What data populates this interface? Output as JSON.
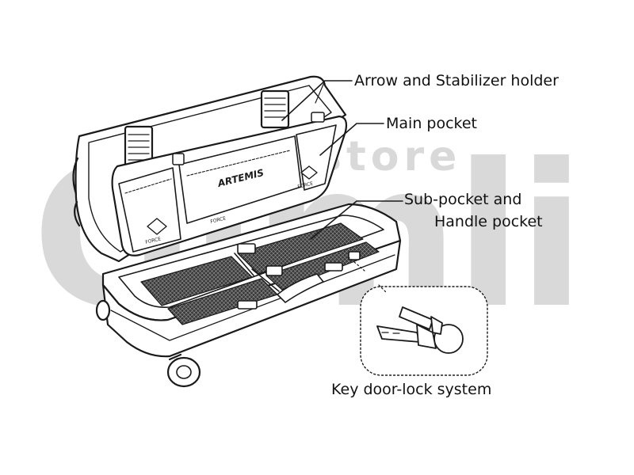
{
  "watermark": {
    "brand": "Gimli",
    "sub": "store",
    "color": "#d8d8d8"
  },
  "product": {
    "lid_logo": "ARTEMIS",
    "tag_label": "FORCE"
  },
  "callouts": {
    "arrow_holder": "Arrow and Stabilizer holder",
    "main_pocket": "Main pocket",
    "sub_pocket_line1": "Sub-pocket and",
    "sub_pocket_line2": "Handle pocket",
    "key_lock": "Key door-lock system"
  },
  "colors": {
    "line": "#1a1a1a",
    "fill": "#ffffff",
    "mesh": "#2b2b2b"
  }
}
